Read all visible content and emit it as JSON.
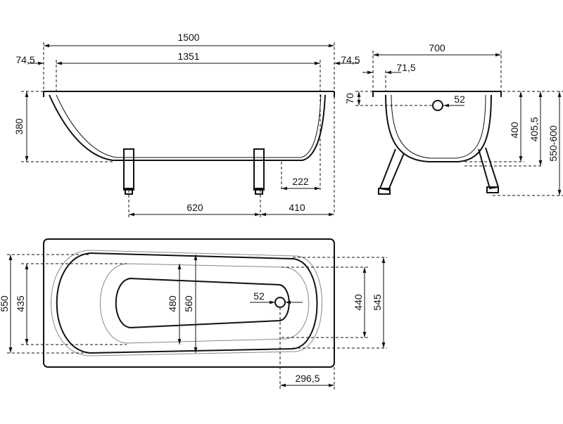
{
  "title": "Bathtub dimensional drawing",
  "side_view": {
    "overall_length": "1500",
    "rim_left": "74,5",
    "inner_length": "1351",
    "rim_right": "74,5",
    "depth": "380",
    "drain_offset": "222",
    "leg_spacing": "620",
    "leg_end_offset": "410"
  },
  "end_view": {
    "width": "700",
    "rim": "71,5",
    "rim_height": "70",
    "drain_diameter": "52",
    "height_400": "400",
    "height_405": "405,5",
    "height_range": "550-600"
  },
  "plan_view": {
    "outer_width": "550",
    "inner_width_left": "435",
    "bottom_width": "480",
    "bowl_width": "560",
    "drain_diameter": "52",
    "inner_width_right": "440",
    "bowl_width_right": "545",
    "drain_offset": "296,5"
  }
}
